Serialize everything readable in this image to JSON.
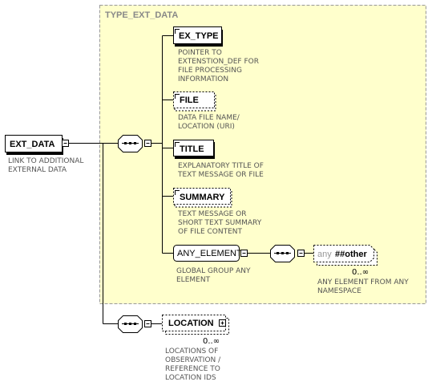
{
  "group": {
    "title": "TYPE_EXT_DATA"
  },
  "root": {
    "label": "EXT_DATA",
    "note": [
      "LINK TO ADDITIONAL",
      "EXTERNAL DATA"
    ]
  },
  "elements": [
    {
      "label": "EX_TYPE",
      "optional": false,
      "note": [
        "POINTER TO",
        "EXTENSTION_DEF FOR",
        "FILE PROCESSING",
        "INFORMATION"
      ]
    },
    {
      "label": "FILE",
      "optional": true,
      "note": [
        "DATA FILE NAME/",
        "LOCATION (URI)"
      ]
    },
    {
      "label": "TITLE",
      "optional": false,
      "note": [
        "EXPLANATORY TITLE OF",
        "TEXT MESSAGE OR FILE"
      ]
    },
    {
      "label": "SUMMARY",
      "optional": true,
      "note": [
        "TEXT MESSAGE OR",
        "SHORT TEXT SUMMARY",
        "OF FILE CONTENT"
      ]
    }
  ],
  "any_element": {
    "label": "ANY_ELEMENT",
    "note": [
      "GLOBAL GROUP ANY",
      "ELEMENT"
    ]
  },
  "wildcard": {
    "prefix": "any",
    "name": "##other",
    "occurs": "0..∞",
    "note": [
      "ANY ELEMENT FROM ANY",
      "NAMESPACE"
    ]
  },
  "location": {
    "label": "LOCATION",
    "occurs": "0..∞",
    "note": [
      "LOCATIONS OF",
      "OBSERVATION /",
      "REFERENCE TO",
      "LOCATION IDS"
    ]
  },
  "colors": {
    "group_fill": "#ffffcc",
    "group_border": "#999999",
    "note_text": "#555555"
  }
}
